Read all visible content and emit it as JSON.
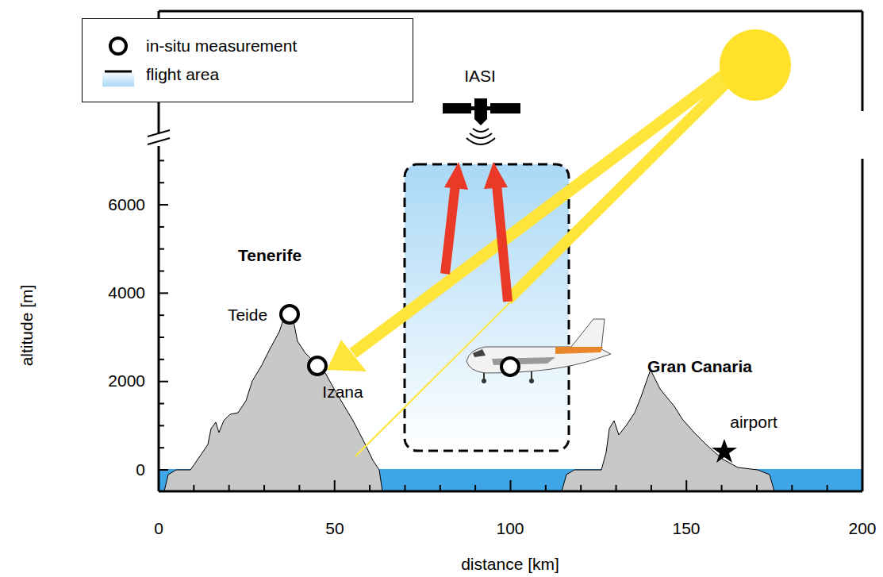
{
  "diagram": {
    "labels": [
      "IASI",
      "Tenerife",
      "Teide",
      "Izana",
      "Gran Canaria",
      "airport",
      "6000",
      "4000",
      "2000",
      "0",
      "0",
      "50",
      "100",
      "150",
      "200",
      "altitude [m]",
      "distance [km]"
    ],
    "legend": [
      {
        "text": "in-situ measurement"
      },
      {
        "text": "flight area"
      }
    ]
  }
}
